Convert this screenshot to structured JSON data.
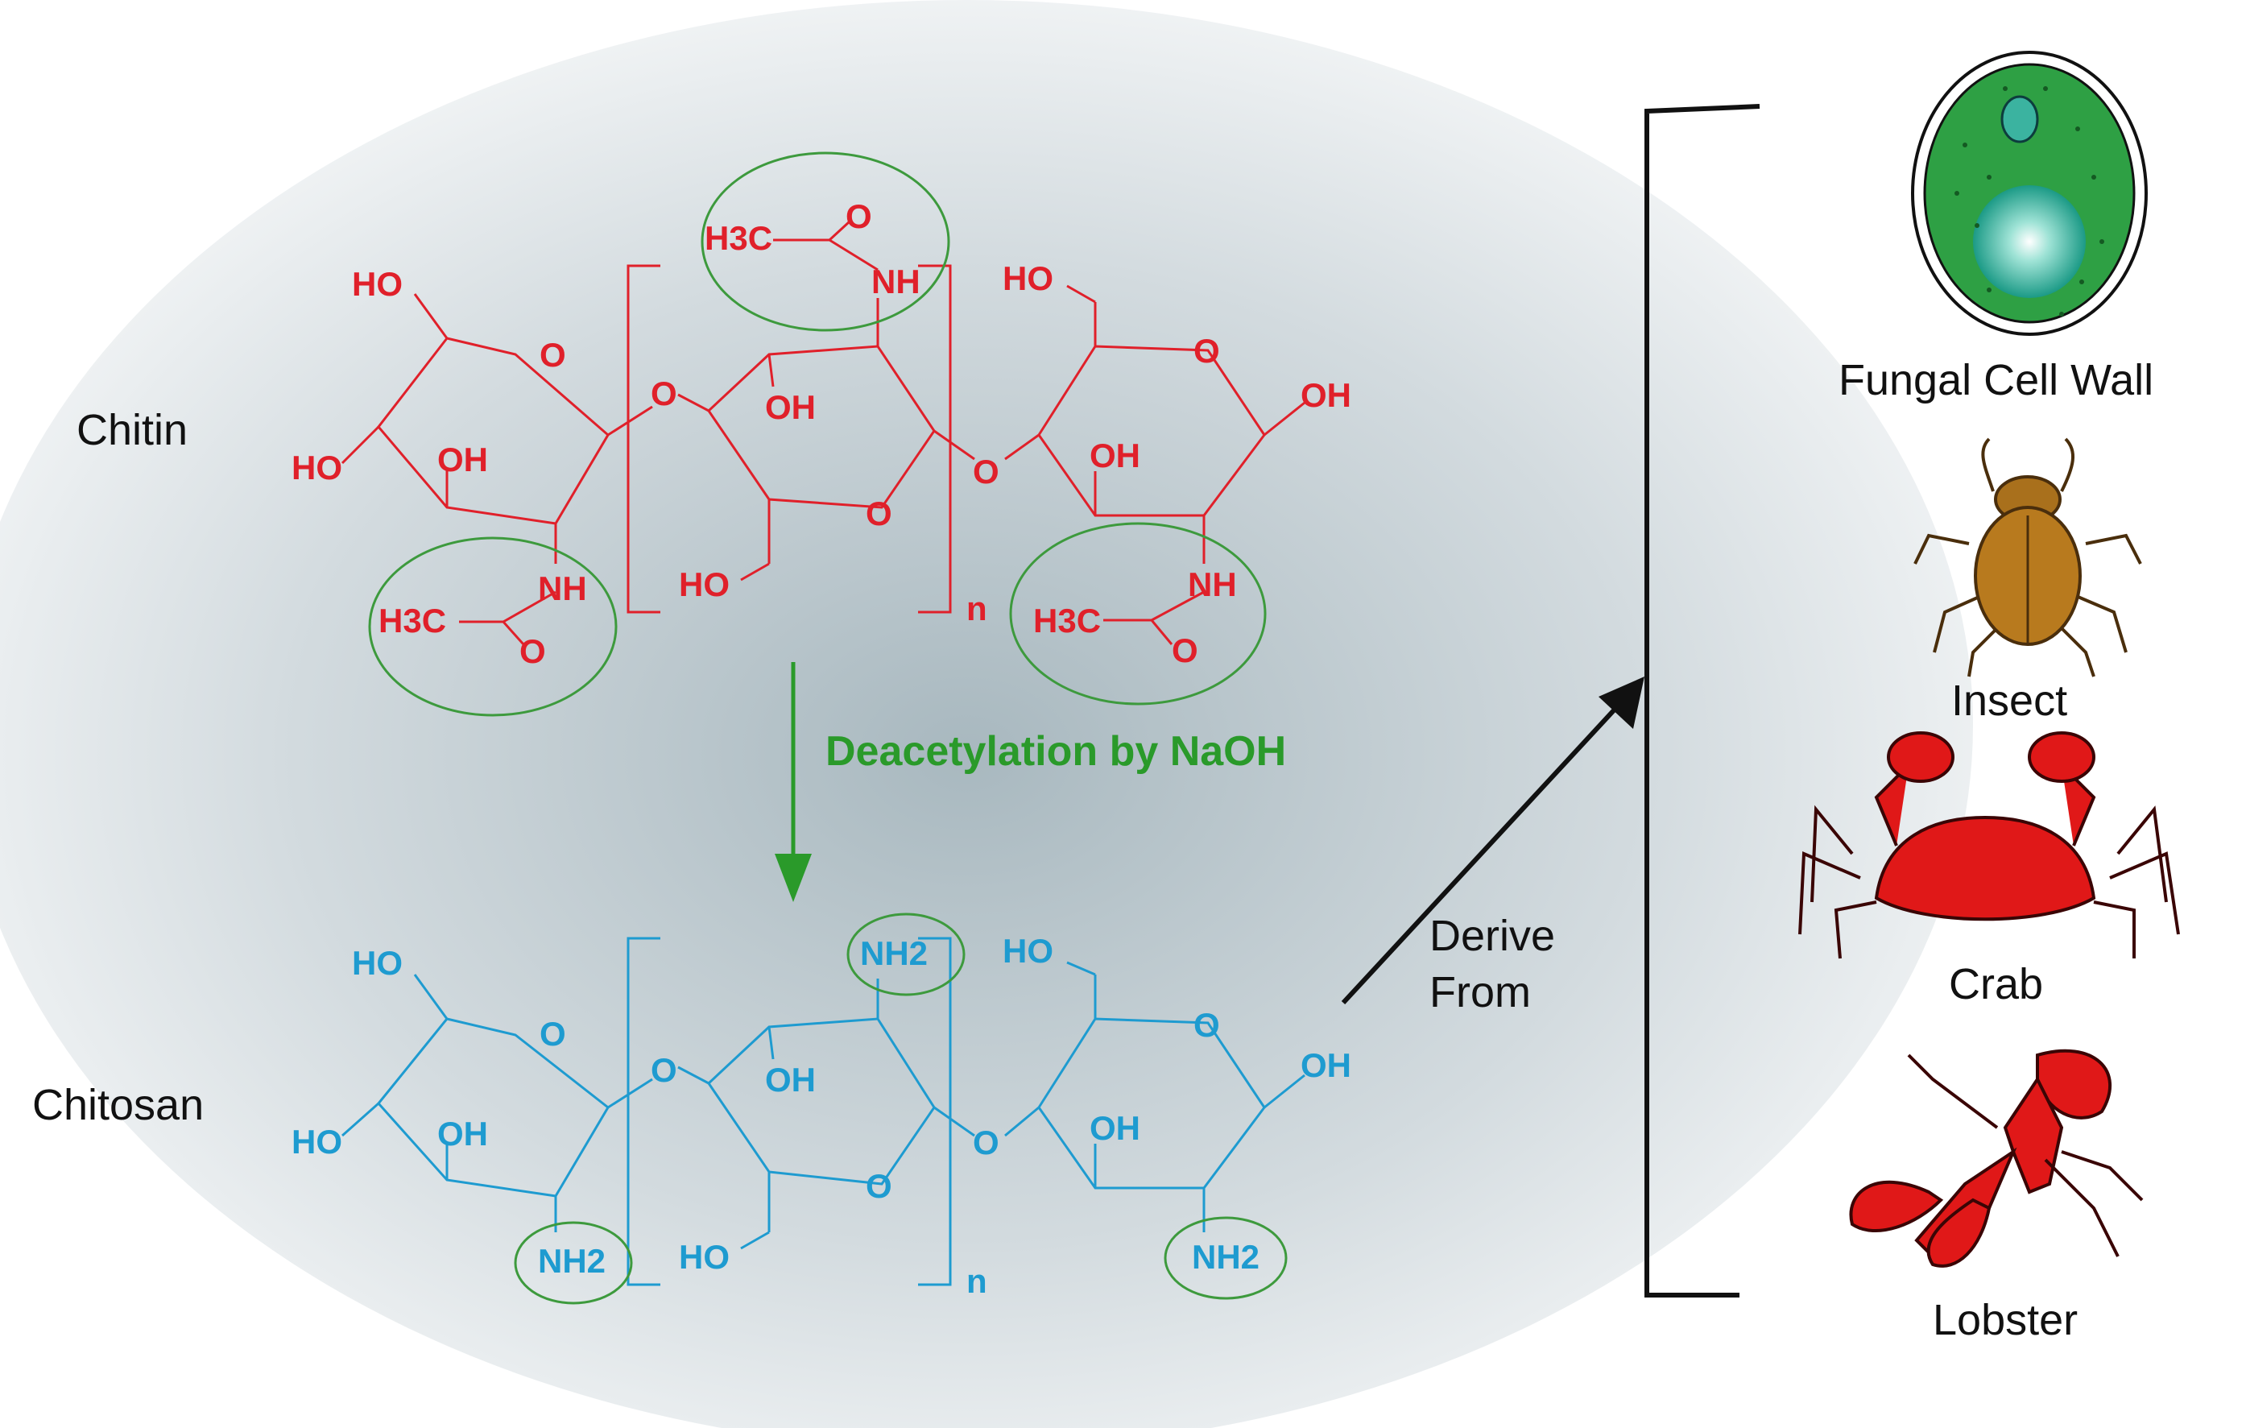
{
  "labels": {
    "chitin": "Chitin",
    "chitosan": "Chitosan",
    "reaction": "Deacetylation by NaOH",
    "derive_line1": "Derive",
    "derive_line2": "From"
  },
  "atoms": {
    "ho": "HO",
    "oh": "OH",
    "o": "O",
    "nh": "NH",
    "h3c": "H3C",
    "nh2": "NH2",
    "n": "n"
  },
  "sources": [
    {
      "label": "Fungal Cell Wall",
      "icon": "fungal-cell-icon"
    },
    {
      "label": "Insect",
      "icon": "beetle-icon"
    },
    {
      "label": "Crab",
      "icon": "crab-icon"
    },
    {
      "label": "Lobster",
      "icon": "lobster-icon"
    }
  ],
  "colors": {
    "chitin": "#e0202a",
    "chitosan": "#1e9bd0",
    "highlight": "#3d9a3d",
    "reaction": "#2a9a2a",
    "text": "#111111"
  }
}
